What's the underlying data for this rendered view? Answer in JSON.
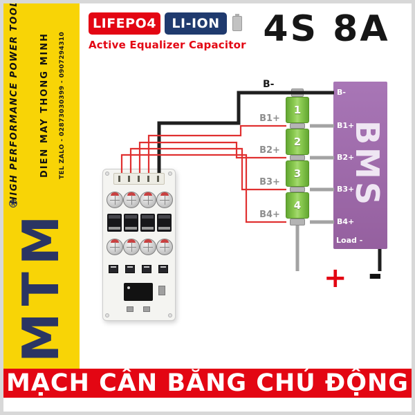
{
  "sidebar": {
    "tagline": "HIGH PERFORMANCE POWER TOOLS",
    "store_name": "DIEN MAY THONG MINH",
    "contact": "TEL ZALO - 02873030399 - 0907294310",
    "logo_text": "MTM",
    "registered_mark": "®"
  },
  "header": {
    "badge_lifepo4": "LIFEPO4",
    "badge_liion": "LI-ION",
    "subtitle": "Active Equalizer Capacitor",
    "rating": "4S 8A"
  },
  "diagram": {
    "wire_label_bminus": "B-",
    "battery_junction_labels": [
      "B1+",
      "B2+",
      "B3+",
      "B4+"
    ],
    "cell_numbers": [
      "1",
      "2",
      "3",
      "4"
    ],
    "bms": {
      "title": "BMS",
      "terminals": [
        "B-",
        "B1+",
        "B2+",
        "B3+",
        "B4+"
      ],
      "load_label": "Load -"
    },
    "output_plus": "+",
    "output_minus": "-"
  },
  "footer": {
    "title": "MẠCH CÂN BẰNG CHỦ ĐỘNG"
  },
  "colors": {
    "accent_red": "#E30613",
    "navy": "#1F3A6E",
    "yellow": "#F8D406",
    "purple": "#9E6AAE",
    "cell_green": "#7DC143"
  }
}
